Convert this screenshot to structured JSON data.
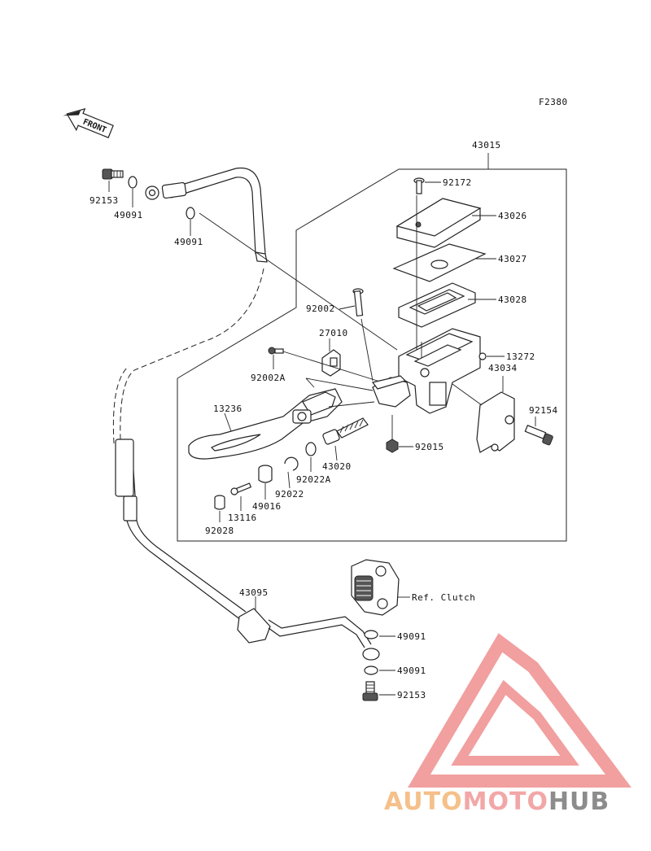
{
  "figure_code": "F2380",
  "front_label": "FRONT",
  "ref_label": "Ref. Clutch",
  "parts": {
    "p43015": "43015",
    "p92172": "92172",
    "p43026": "43026",
    "p43027": "43027",
    "p43028": "43028",
    "p13272": "13272",
    "p43034": "43034",
    "p92154": "92154",
    "p92002": "92002",
    "p27010": "27010",
    "p92002A": "92002A",
    "p13236": "13236",
    "p92015": "92015",
    "p43020": "43020",
    "p92022A": "92022A",
    "p92022": "92022",
    "p49016": "49016",
    "p13116": "13116",
    "p92028": "92028",
    "p92153_top": "92153",
    "p49091_top1": "49091",
    "p49091_top2": "49091",
    "p43095": "43095",
    "p49091_bot1": "49091",
    "p49091_bot2": "49091",
    "p92153_bot": "92153"
  },
  "watermark": {
    "part1": "AUTO",
    "part2": "MOTO",
    "part3": "HUB",
    "color1": "#f5c08a",
    "color2": "#f2a7a7",
    "color3": "#8c8c8c",
    "logo_color": "#ef8f8f"
  }
}
